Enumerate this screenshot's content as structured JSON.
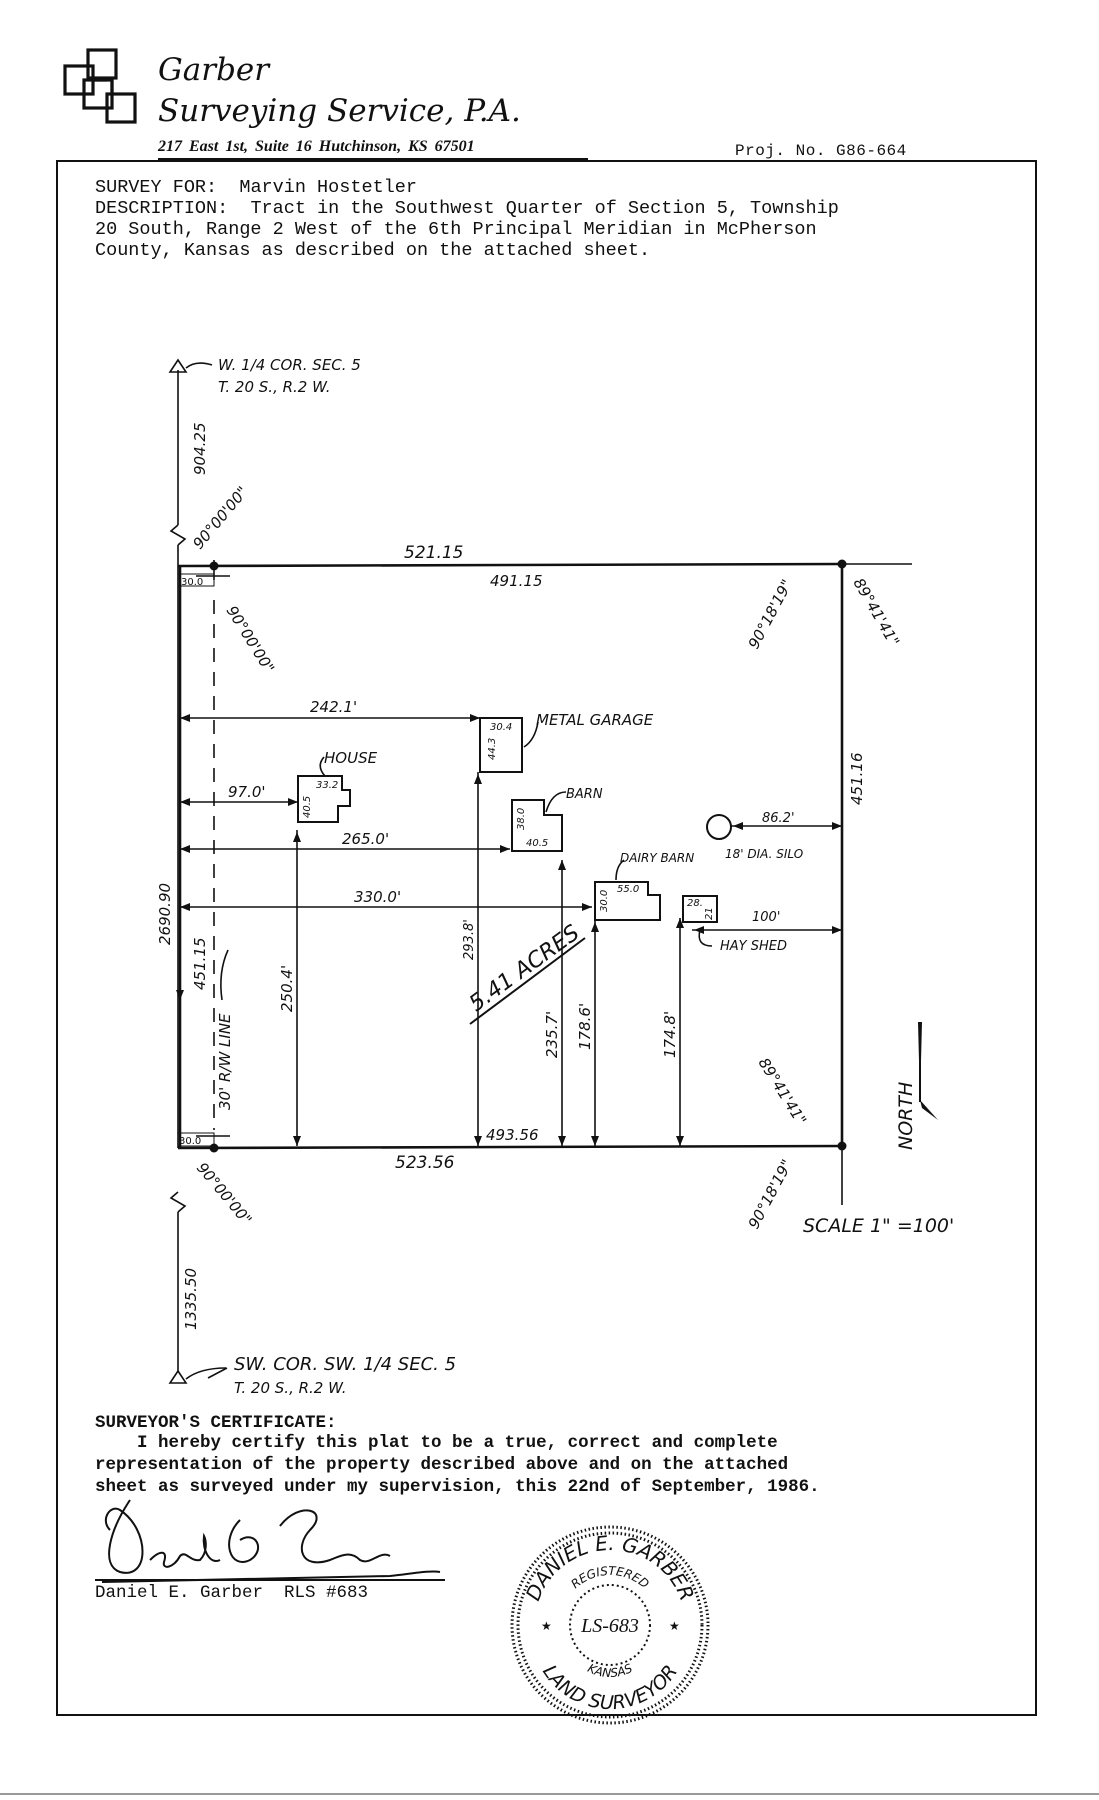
{
  "header": {
    "company_line1": "Garber",
    "company_line2": "Surveying Service, P.A.",
    "address": "217 East 1st, Suite 16  Hutchinson, KS 67501",
    "project_label": "Proj. No.",
    "project_number": "G86-664"
  },
  "description": {
    "survey_for_label": "SURVEY FOR:",
    "survey_for_value": "Marvin Hostetler",
    "description_label": "DESCRIPTION:",
    "line1": "Tract in the Southwest Quarter of Section 5, Township",
    "line2": "20 South, Range 2 West of the 6th Principal Meridian in McPherson",
    "line3": "County, Kansas as described on the attached sheet."
  },
  "plat": {
    "corner_nw_line1": "W. 1/4 COR. SEC. 5",
    "corner_nw_line2": "T. 20 S., R.2 W.",
    "corner_sw_line1": "SW. COR. SW. 1/4 SEC. 5",
    "corner_sw_line2": "T. 20 S., R.2 W.",
    "dist_top_left": "904.25",
    "dist_bottom_left": "1335.50",
    "dist_total_left": "2690.90",
    "angle_nw": "90°00'00\"",
    "angle_nw_inner": "90°00'00\"",
    "angle_sw": "90°00'00\"",
    "angle_ne_inner": "90°18'19\"",
    "angle_ne_outer": "89°41'41\"",
    "angle_se_inner": "89°41'41\"",
    "angle_se_outer": "90°18'19\"",
    "north_dist": "521.15",
    "north_dist_inner": "491.15",
    "south_dist": "523.56",
    "south_dist_inner": "493.56",
    "west_dist": "451.15",
    "east_dist": "451.16",
    "offset_nw": "30.0",
    "offset_sw": "30.0",
    "row_line": "30' R/W LINE",
    "acres": "5.41 ACRES",
    "scale": "SCALE  1\" =100'",
    "north_label": "NORTH",
    "dims": {
      "garage_offset": "242.1'",
      "house_offset": "97.0'",
      "barn_offset": "265.0'",
      "dairy_offset": "330.0'",
      "silo_offset": "86.2'",
      "hay_offset": "100'",
      "house_south": "250.4'",
      "garage_south": "293.8'",
      "barn_south": "235.7'",
      "dairy_south": "178.6'",
      "hay_south": "174.8'"
    },
    "buildings": {
      "garage_label": "METAL GARAGE",
      "garage_w": "30.4",
      "garage_h": "44.3",
      "house_label": "HOUSE",
      "house_w": "33.2",
      "house_h": "40.5",
      "barn_label": "BARN",
      "barn_w": "40.5",
      "barn_h": "38.0",
      "dairy_label": "DAIRY BARN",
      "dairy_w": "55.0",
      "dairy_h": "30.0",
      "hay_label": "HAY SHED",
      "hay_w": "28.",
      "hay_h": "21",
      "silo_label": "18' DIA. SILO"
    }
  },
  "certificate": {
    "title": "SURVEYOR'S CERTIFICATE:",
    "line1": "    I hereby certify this plat to be a true, correct and complete",
    "line2": "representation of the property described above and on the attached",
    "line3": "sheet as surveyed under my supervision, this 22nd of September, 1986.",
    "signer": "Daniel E. Garber  RLS #683"
  },
  "seal": {
    "name": "DANIEL E. GARBER",
    "registered": "REGISTERED",
    "license": "LS-683",
    "state": "KANSAS",
    "title": "LAND SURVEYOR"
  }
}
